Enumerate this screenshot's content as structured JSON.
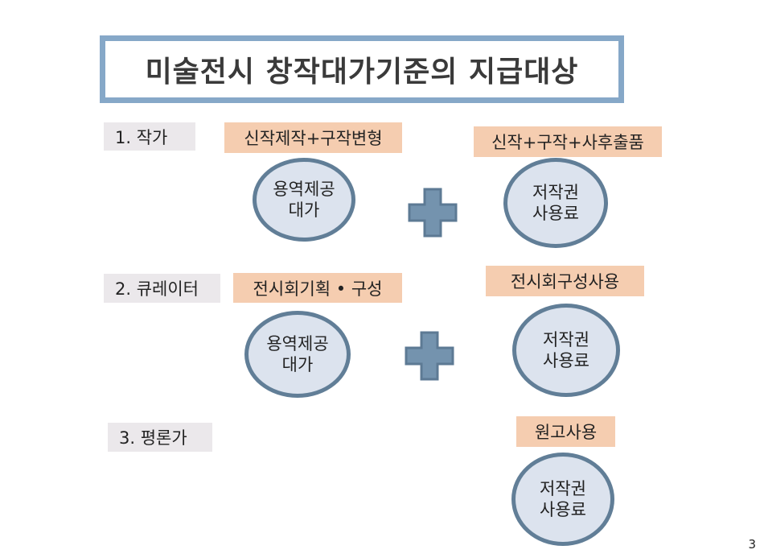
{
  "title": "미술전시 창작대가기준의 지급대상",
  "rows": [
    {
      "role": "1. 작가",
      "left_tag": "신작제작+구작변형",
      "left_circle": [
        "용역제공",
        "대가"
      ],
      "right_tag": "신작+구작+사후출품",
      "right_circle": [
        "저작권",
        "사용료"
      ]
    },
    {
      "role": "2. 큐레이터",
      "left_tag": "전시회기획 • 구성",
      "left_circle": [
        "용역제공",
        "대가"
      ],
      "right_tag": "전시회구성사용",
      "right_circle": [
        "저작권",
        "사용료"
      ]
    },
    {
      "role": "3. 평론가",
      "right_tag": "원고사용",
      "right_circle": [
        "저작권",
        "사용료"
      ]
    }
  ],
  "page_number": "3",
  "colors": {
    "title_border": "#86a8c8",
    "tag_bg": "#f5cdb0",
    "role_bg": "#ebe8eb",
    "circle_fill": "#dce3ee",
    "circle_border": "#617e97",
    "plus_fill": "#7493ae",
    "plus_border": "#5d7a94"
  }
}
